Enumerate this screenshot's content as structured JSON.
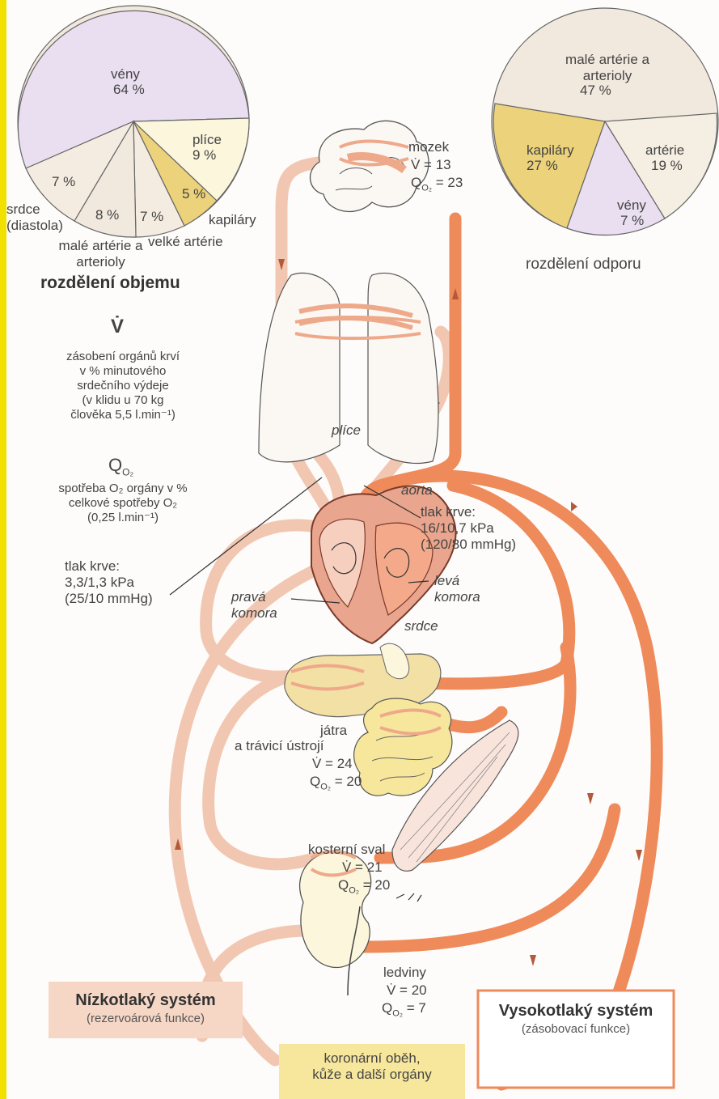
{
  "volume_chart": {
    "title": "rozdělení objemu",
    "slices": [
      {
        "label": "vény",
        "percent": "64 %"
      },
      {
        "label": "plíce",
        "percent": "9 %"
      },
      {
        "label": "kapiláry",
        "percent": "5 %"
      },
      {
        "label": "velké artérie",
        "percent": "7 %"
      },
      {
        "label": "malé artérie a arterioly",
        "percent": "8 %"
      },
      {
        "label": "srdce (diastola)",
        "percent": "7 %"
      }
    ],
    "colors": {
      "veins": "#e9dff0",
      "lungs": "#fbf6dc",
      "capillaries": "#ecd27a",
      "other": "#f1e9de"
    }
  },
  "resistance_chart": {
    "title": "rozdělení odporu",
    "slices": [
      {
        "label": "malé artérie a arterioly",
        "percent": "47 %"
      },
      {
        "label": "artérie",
        "percent": "19 %"
      },
      {
        "label": "vény",
        "percent": "7 %"
      },
      {
        "label": "kapiláry",
        "percent": "27 %"
      }
    ],
    "colors": {
      "arterioles": "#f1e9de",
      "arteries": "#f5efe3",
      "veins": "#e9dff0",
      "capillaries": "#ecd27a"
    }
  },
  "legend": {
    "v_symbol": "V̇",
    "v_desc": [
      "zásobení orgánů krví",
      "v % minutového",
      "srdečního výdeje",
      "(v klidu u 70 kg",
      "člověka 5,5 l.min⁻¹)"
    ],
    "q_symbol": "Q",
    "q_sub": "O₂",
    "q_desc": [
      "spotřeba O₂ orgány v %",
      "celkové spotřeby O₂",
      "(0,25 l.min⁻¹)"
    ]
  },
  "organs": {
    "brain": {
      "name": "mozek",
      "v": "V̇ = 13",
      "q": "Q",
      "q_sub": "O₂",
      "q_val": " = 23"
    },
    "lungs": {
      "name": "plíce"
    },
    "aorta": {
      "name": "aorta"
    },
    "liver": {
      "name": "játra",
      "name2": "a trávicí ústrojí",
      "v": "V̇ = 24",
      "q": "Q",
      "q_sub": "O₂",
      "q_val": " = 20"
    },
    "muscle": {
      "name": "kosterní sval",
      "v": "V̇ = 21",
      "q": "Q",
      "q_sub": "O₂",
      "q_val": " = 20"
    },
    "kidney": {
      "name": "ledviny",
      "v": "V̇ = 20",
      "q": "Q",
      "q_sub": "O₂",
      "q_val": " =   7"
    },
    "other": {
      "line1": "koronární oběh,",
      "line2": "kůže a další orgány"
    }
  },
  "heart": {
    "left_pressure": [
      "tlak krve:",
      "16/10,7 kPa",
      "(120/80 mmHg)"
    ],
    "right_pressure": [
      "tlak krve:",
      "3,3/1,3 kPa",
      "(25/10 mmHg)"
    ],
    "right_ventricle": [
      "pravá",
      "komora"
    ],
    "left_ventricle": [
      "levá",
      "komora"
    ],
    "heart": "srdce"
  },
  "systems": {
    "low": {
      "title": "Nízkotlaký systém",
      "subtitle": "(rezervoárová funkce)",
      "color": "#f6d7c6"
    },
    "high": {
      "title": "Vysokotlaký systém",
      "subtitle": "(zásobovací funkce)",
      "color": "#ee8a5e"
    }
  },
  "colors": {
    "artery": "#ef8a5a",
    "vein": "#f2c7b2",
    "yellow": "#f7e79c"
  }
}
